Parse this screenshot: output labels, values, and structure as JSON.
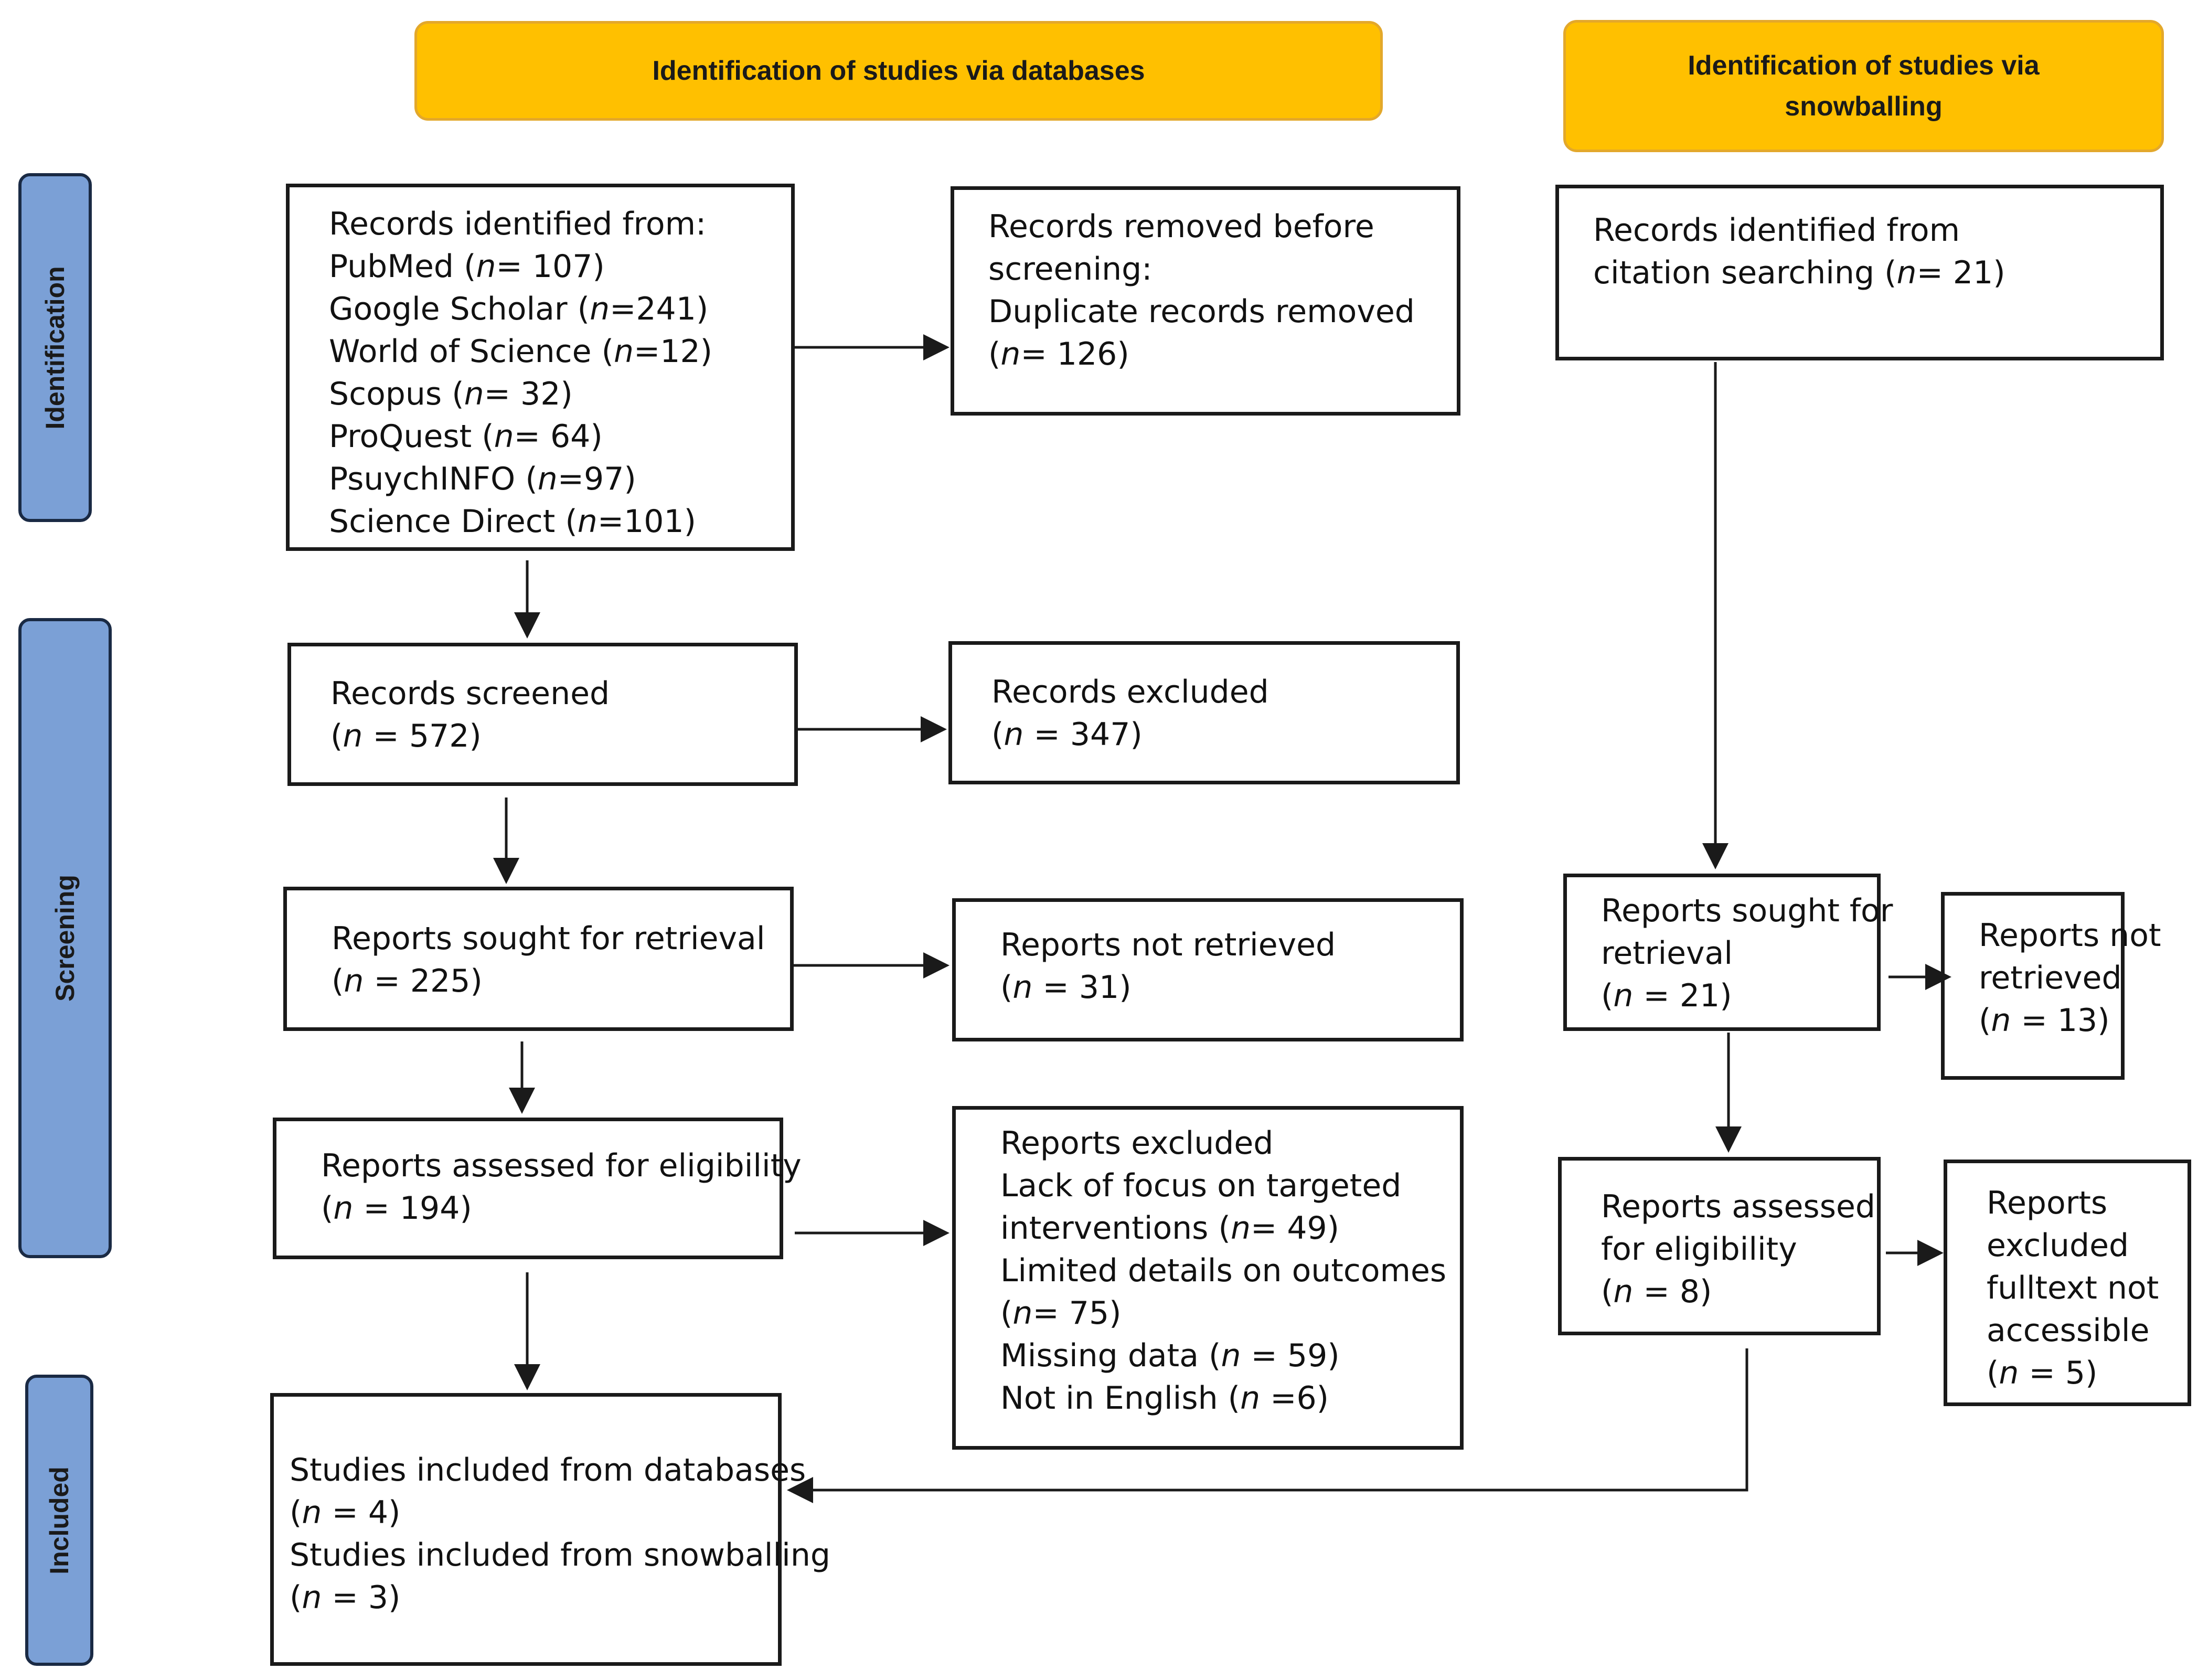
{
  "headers": {
    "databases": "Identification of studies via databases",
    "snowballing_line1": "Identification of studies via",
    "snowballing_line2": "snowballing"
  },
  "stages": {
    "identification": "Identification",
    "screening": "Screening",
    "included": "Included"
  },
  "db": {
    "identified": {
      "title": "Records identified from:",
      "sources": [
        {
          "name": "PubMed (",
          "n": "n",
          "val": "= 107)"
        },
        {
          "name": "Google Scholar (",
          "n": "n",
          "val": "=241)"
        },
        {
          "name": "World of Science (",
          "n": "n",
          "val": "=12)"
        },
        {
          "name": "Scopus (",
          "n": "n",
          "val": "= 32)"
        },
        {
          "name": "ProQuest (",
          "n": "n",
          "val": "= 64)"
        },
        {
          "name": "PsuychINFO (",
          "n": "n",
          "val": "=97)"
        },
        {
          "name": "Science Direct (",
          "n": "n",
          "val": "=101)"
        }
      ]
    },
    "removed": {
      "line1": "Records removed before",
      "line2": "screening:",
      "line3": "Duplicate records removed",
      "count_pre": "(",
      "n": "n",
      "count_post": "= 126)"
    },
    "screened": {
      "label": "Records screened",
      "count_pre": "(",
      "n": "n",
      "count_post": " = 572)"
    },
    "excluded": {
      "label": "Records excluded",
      "count_pre": "(",
      "n": "n",
      "count_post": " = 347)"
    },
    "sought": {
      "label": "Reports sought for retrieval",
      "count_pre": "(",
      "n": "n",
      "count_post": " = 225)"
    },
    "not_retrieved": {
      "label": "Reports not retrieved",
      "count_pre": "(",
      "n": "n",
      "count_post": " = 31)"
    },
    "assessed": {
      "label": "Reports assessed for eligibility",
      "count_pre": "(",
      "n": "n",
      "count_post": " = 194)"
    },
    "reports_excluded": {
      "title": "Reports excluded",
      "r1a": "Lack of focus on targeted",
      "r1b_pre": "interventions (",
      "r1b_n": "n",
      "r1b_post": "= 49)",
      "r2a": "Limited details on outcomes",
      "r2b_pre": "(",
      "r2b_n": "n",
      "r2b_post": "= 75)",
      "r3_pre": "Missing data (",
      "r3_n": "n",
      "r3_post": " = 59)",
      "r4_pre": "Not in English (",
      "r4_n": "n",
      "r4_post": " =6)"
    },
    "included": {
      "line1": "Studies included from databases",
      "line2_pre": "(",
      "line2_n": "n",
      "line2_post": " = 4)",
      "line3": "Studies included from snowballing",
      "line4_pre": "(",
      "line4_n": "n",
      "line4_post": " = 3)"
    }
  },
  "snow": {
    "identified": {
      "line1": "Records identified from",
      "line2_pre": "citation searching (",
      "n": "n",
      "line2_post": "= 21)"
    },
    "sought": {
      "line1": "Reports sought for",
      "line2": "retrieval",
      "count_pre": "(",
      "n": "n",
      "count_post": " = 21)"
    },
    "not_retrieved": {
      "line1": "Reports not",
      "line2": "retrieved",
      "count_pre": "(",
      "n": "n",
      "count_post": " = 13)"
    },
    "assessed": {
      "line1": "Reports assessed",
      "line2": "for eligibility",
      "count_pre": "(",
      "n": "n",
      "count_post": " = 8)"
    },
    "excluded": {
      "line1": "Reports",
      "line2": "excluded",
      "line3": "fulltext not",
      "line4": "accessible",
      "count_pre": "(",
      "n": "n",
      "count_post": " = 5)"
    }
  },
  "colors": {
    "header_fill": "#FFC000",
    "stage_fill": "#7BA0D6",
    "line": "#1a1a1a"
  }
}
